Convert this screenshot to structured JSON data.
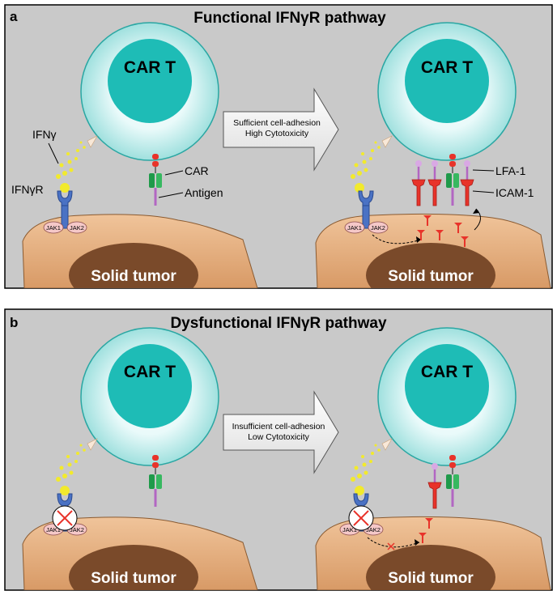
{
  "panel_a": {
    "letter": "a",
    "title": "Functional IFNγR pathway",
    "arrow_line1": "Sufficient cell-adhesion",
    "arrow_line2": "High Cytotoxicity",
    "car_t_left": "CAR T",
    "car_t_right": "CAR T",
    "tumor_left": "Solid tumor",
    "tumor_right": "Solid tumor",
    "label_ifng": "IFNγ",
    "label_ifngr": "IFNγR",
    "label_car": "CAR",
    "label_antigen": "Antigen",
    "label_lfa1": "LFA-1",
    "label_icam1": "ICAM-1",
    "jak1": "JAK1",
    "jak2": "JAK2"
  },
  "panel_b": {
    "letter": "b",
    "title": "Dysfunctional IFNγR pathway",
    "arrow_line1": "Insufficient cell-adhesion",
    "arrow_line2": "Low Cytotoxicity",
    "car_t_left": "CAR T",
    "car_t_right": "CAR T",
    "tumor_left": "Solid tumor",
    "tumor_right": "Solid tumor",
    "jak1": "JAK1",
    "jak2": "JAK2"
  },
  "colors": {
    "panel_bg": "#c9c9c9",
    "cell_core": "#1ebcb6",
    "cell_outer": "#c8f0ef",
    "tumor_skin": "#e0aa78",
    "tumor_nucleus": "#7a4a2a",
    "ifngr_blue": "#4a72c4",
    "icam_red": "#e8332a",
    "car_green": "#1f9a4a",
    "antigen_purple": "#b266c2",
    "ifng_yellow": "#f2ea2c"
  }
}
